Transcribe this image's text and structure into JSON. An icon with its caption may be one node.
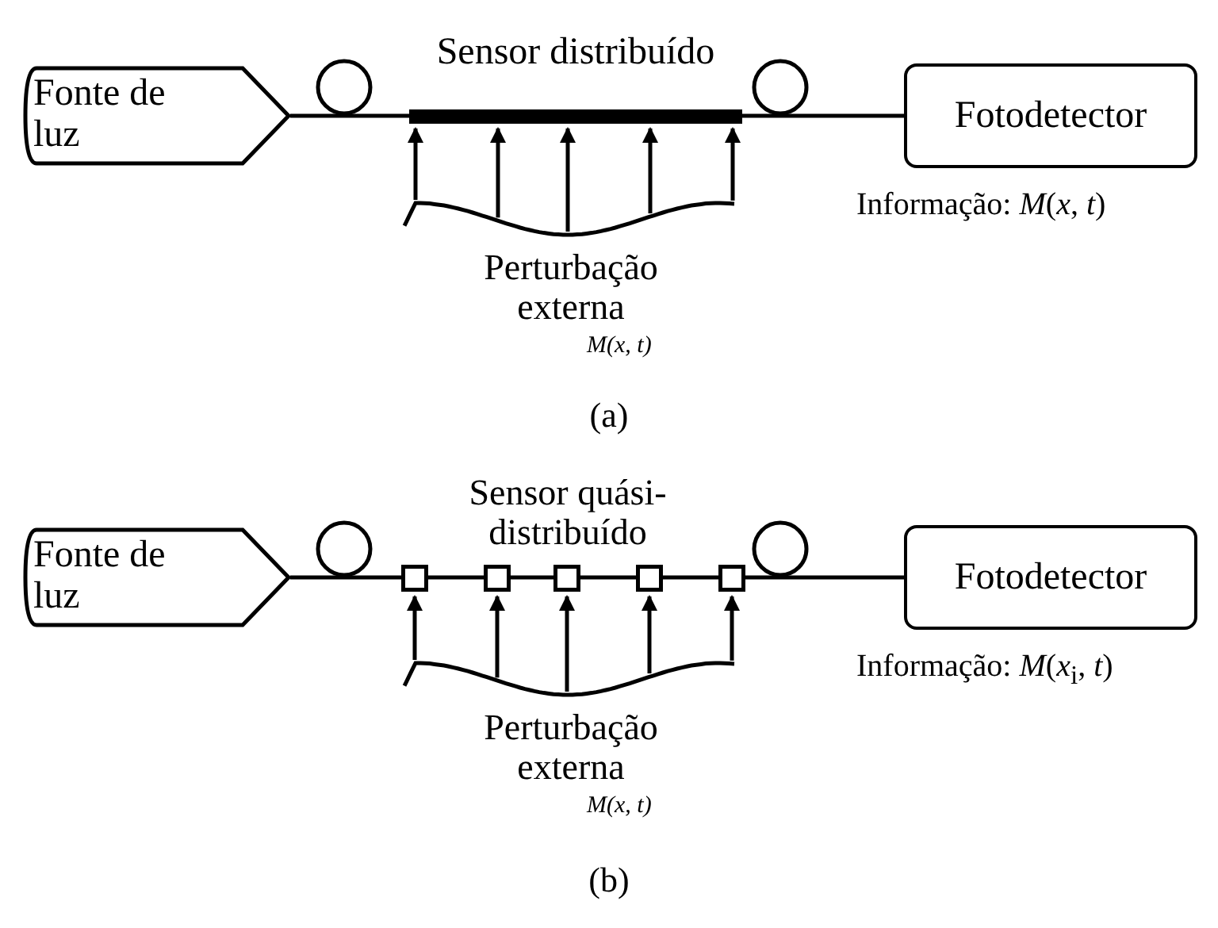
{
  "diagram": {
    "nodes": [
      {
        "text": [
          "Fonte de luz"
        ]
      },
      {
        "text": [],
        "shape": "circle"
      },
      {
        "text": [
          "Sensor distribuído"
        ]
      },
      {
        "text": [],
        "shape": "circle"
      },
      {
        "text": [
          "Fotodetector"
        ],
        "beside": [
          "Informação: *M*(*x*, *t*)"
        ]
      },
      {
        "text": [
          "Perturbação externa",
          "M(x, t)"
        ]
      },
      {
        "text": [
          "Fonte de luz"
        ]
      },
      {
        "text": [],
        "shape": "circle"
      },
      {
        "text": [],
        "shape": "box"
      },
      {
        "text": [],
        "shape": "box"
      },
      {
        "text": [],
        "shape": "box"
      },
      {
        "text": [],
        "shape": "box"
      },
      {
        "text": [],
        "shape": "box"
      },
      {
        "text": [],
        "shape": "circle"
      },
      {
        "text": [
          "Fotodetector"
        ],
        "beside": [
          "Informação: *M*(*x*$_{i}$, *t*)"
        ]
      },
      {
        "text": [
          "Perturbação externa",
          "M(x, t)"
        ]
      }
    ],
    "edges": [
      {
        "from": 0,
        "to": 1,
        "arrow": "none"
      },
      {
        "from": 1,
        "to": 2,
        "arrow": "none"
      },
      {
        "from": 2,
        "to": 3,
        "arrow": "none"
      },
      {
        "from": 3,
        "to": 4,
        "arrow": "none"
      },
      {
        "from": 5,
        "to": 2,
        "arrow": "to"
      },
      {
        "from": 5,
        "to": 2,
        "arrow": "to"
      },
      {
        "from": 5,
        "to": 2,
        "arrow": "to"
      },
      {
        "from": 5,
        "to": 2,
        "arrow": "to"
      },
      {
        "from": 5,
        "to": 2,
        "arrow": "to"
      },
      {
        "from": 6,
        "to": 7,
        "arrow": "none"
      },
      {
        "from": 7,
        "to": 8,
        "arrow": "none"
      },
      {
        "from": 8,
        "to": 9,
        "arrow": "none"
      },
      {
        "from": 9,
        "to": 10,
        "arrow": "none"
      },
      {
        "from": 10,
        "to": 11,
        "arrow": "none"
      },
      {
        "from": 11,
        "to": 12,
        "arrow": "none"
      },
      {
        "from": 12,
        "to": 13,
        "arrow": "none"
      },
      {
        "from": 13,
        "to": 14,
        "arrow": "none"
      },
      {
        "from": 15,
        "to": 8,
        "arrow": "to"
      },
      {
        "from": 15,
        "to": 9,
        "arrow": "to"
      },
      {
        "from": 15,
        "to": 10,
        "arrow": "to"
      },
      {
        "from": 15,
        "to": 11,
        "arrow": "to"
      },
      {
        "from": 15,
        "to": 12,
        "arrow": "to"
      }
    ],
    "labels": [
      "(a)",
      "Sensor quási-distribuído",
      "(b)"
    ]
  }
}
